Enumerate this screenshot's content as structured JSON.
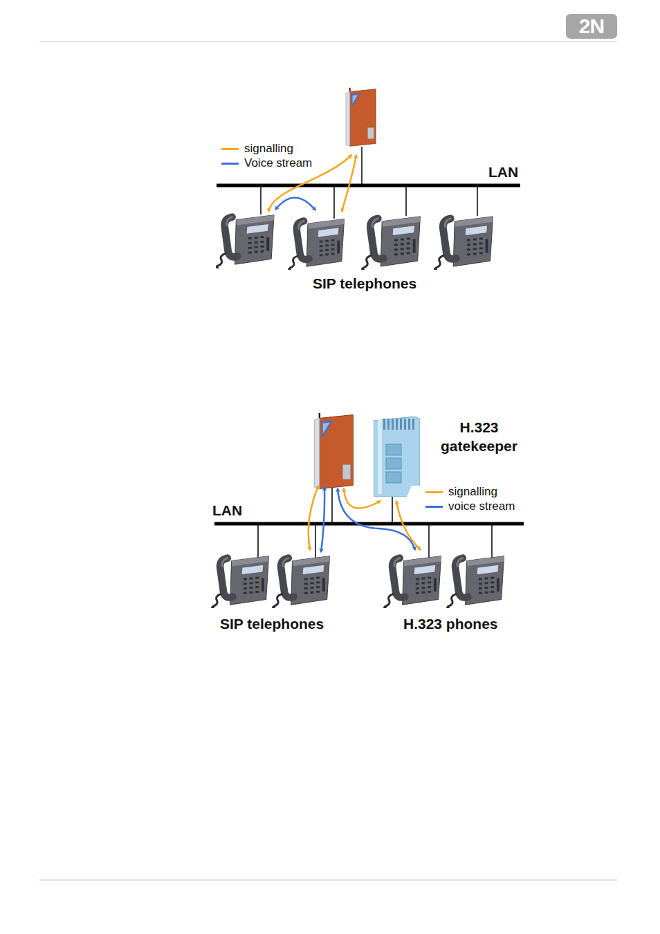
{
  "diagram": {
    "nodes": [
      {
        "text": [
          "2N"
        ]
      },
      {
        "text": [
          "H.323 gatekeeper"
        ]
      }
    ],
    "labels": [
      "LAN",
      "SIP telephones",
      "LAN",
      "SIP telephones",
      "H.323 phones"
    ],
    "legend": [
      {
        "text": "signalling"
      },
      {
        "text": "Voice stream"
      },
      {
        "text": "signalling"
      },
      {
        "text": "voice stream"
      }
    ]
  }
}
